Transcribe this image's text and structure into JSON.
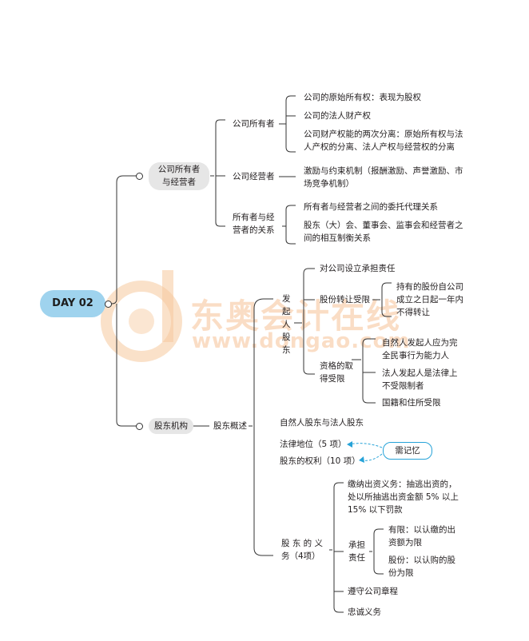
{
  "root": {
    "label": "DAY 02"
  },
  "watermark": {
    "brand_text": "东奥会计在线",
    "url_text": "www.dongao.com",
    "brand_color": "#f3a05c"
  },
  "branch1": {
    "label_line1": "公司所有者",
    "label_line2": "与经营者",
    "owner": {
      "label": "公司所有者",
      "items": [
        "公司的原始所有权：表现为股权",
        "公司的法人财产权"
      ],
      "item3_line1": "公司财产权能的两次分离：原始所有权与法",
      "item3_line2": "人产权的分离、法人产权与经营权的分离"
    },
    "operator": {
      "label": "公司经营者",
      "line1": "激励与约束机制（报酬激励、声誉激励、市",
      "line2": "场竞争机制）"
    },
    "relation": {
      "label_line1": "所有者与经",
      "label_line2": "营者的关系",
      "item1": "所有者与经营者之间的委托代理关系",
      "item2_line1": "股东（大）会、董事会、监事会和经营者之",
      "item2_line2": "间的相互制衡关系"
    }
  },
  "branch2": {
    "label": "股东机构",
    "overview": {
      "label": "股东概述"
    },
    "promoter": {
      "label_chars": [
        "发",
        "起",
        "人",
        "股",
        "东"
      ],
      "responsibility": "对公司设立承担责任",
      "transfer": {
        "label": "股份转让受限",
        "lines": [
          "持有的股份自公司",
          "成立之日起一年内",
          "不得转让"
        ]
      },
      "qualification": {
        "label_line1": "资格的取",
        "label_line2": "得受限",
        "natural_line1": "自然人发起人应为完",
        "natural_line2": "全民事行为能力人",
        "legal_line1": "法人发起人是法律上",
        "legal_line2": "不受限制者",
        "nationality": "国籍和住所受限"
      }
    },
    "natural_legal": "自然人股东与法人股东",
    "legal_status": "法律地位（5 项）",
    "rights": "股东的权利（10 项）",
    "memo": "需记忆",
    "duties": {
      "label_line1": "股 东 的 义",
      "label_line2": "务（4项）",
      "capital_line1": "缴纳出资义务：抽逃出资的，",
      "capital_line2": "处以所抽逃出资金额 5% 以上",
      "capital_line3": "15% 以下罚款",
      "liability": {
        "label_line1": "承担",
        "label_line2": "责任",
        "limited_line1": "有限：以认缴的出",
        "limited_line2": "资额为限",
        "share_line1": "股份：以认购的股",
        "share_line2": "份为限"
      },
      "articles": "遵守公司章程",
      "loyalty": "忠诚义务"
    }
  }
}
